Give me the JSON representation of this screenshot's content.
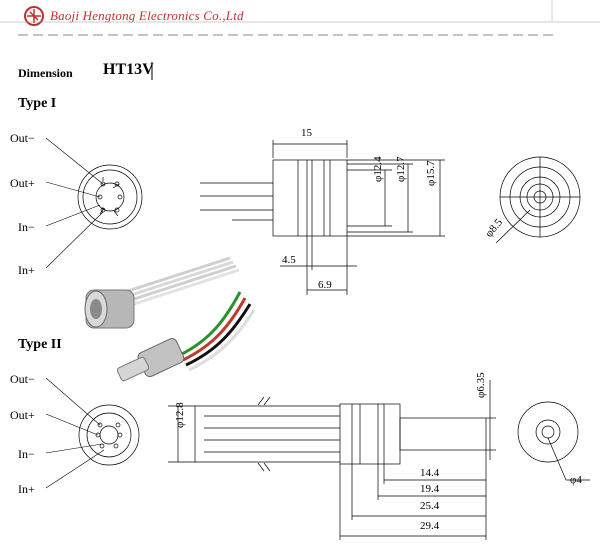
{
  "header": {
    "company": "Baoji Hengtong Electronics Co.,Ltd"
  },
  "dimension": {
    "label": "Dimension",
    "model": "HT13V"
  },
  "type1": {
    "heading": "Type I",
    "pins": [
      "Out−",
      "Out+",
      "In−",
      "In+"
    ],
    "dims": {
      "length": "15",
      "d1": "φ12.4",
      "d2": "φ12.7",
      "d3": "φ15.7",
      "l1": "4.5",
      "l2": "6.9",
      "end": "φ8.5"
    }
  },
  "type2": {
    "heading": "Type II",
    "pins": [
      "Out−",
      "Out+",
      "In−",
      "In+"
    ],
    "dims": {
      "body": "φ12.8",
      "tip": "φ6.35",
      "l1": "14.4",
      "l2": "19.4",
      "l3": "25.4",
      "l4": "29.4",
      "end": "φ4"
    }
  }
}
